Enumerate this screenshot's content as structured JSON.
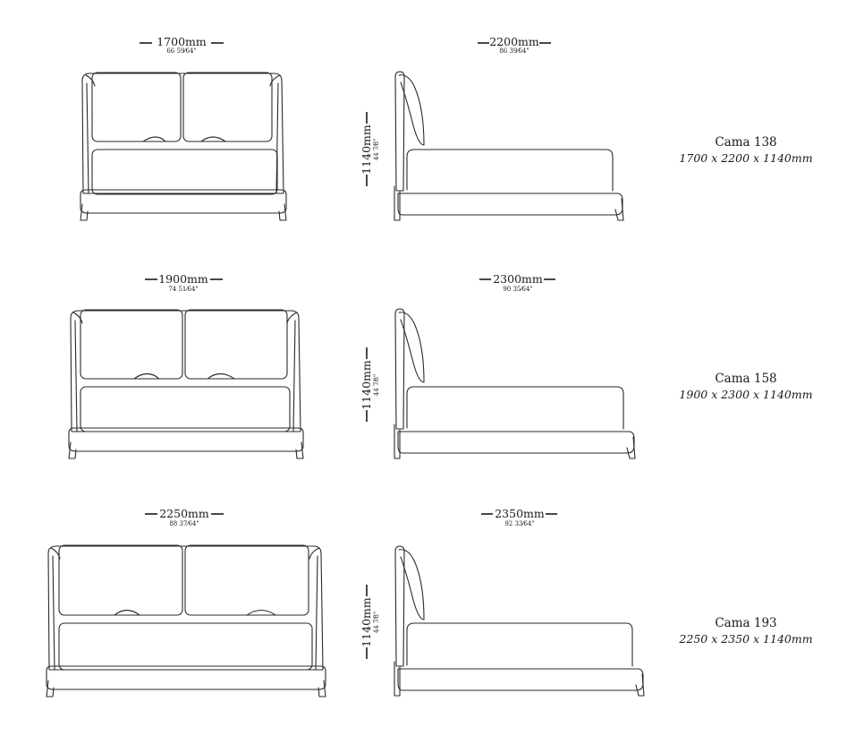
{
  "beds": [
    {
      "name": "Cama 138",
      "size": "1700 x 2200 x 1140mm",
      "width_label": "1700mm",
      "width_inches": "66 59⁄64\"",
      "length_label": "2200mm",
      "length_inches": "86 39⁄64\"",
      "height_label": "1140mm",
      "height_inches": "44 7⁄8\""
    },
    {
      "name": "Cama 158",
      "size": "1900 x 2300 x 1140mm",
      "width_label": "1900mm",
      "width_inches": "74 51⁄64\"",
      "length_label": "2300mm",
      "length_inches": "90 35⁄64\"",
      "height_label": "1140mm",
      "height_inches": "44 7⁄8\""
    },
    {
      "name": "Cama 193",
      "size": "2250 x 2350 x 1140mm",
      "width_label": "2250mm",
      "width_inches": "88 37⁄64\"",
      "length_label": "2350mm",
      "length_inches": "92 33⁄64\"",
      "height_label": "1140mm",
      "height_inches": "44 7⁄8\""
    }
  ]
}
